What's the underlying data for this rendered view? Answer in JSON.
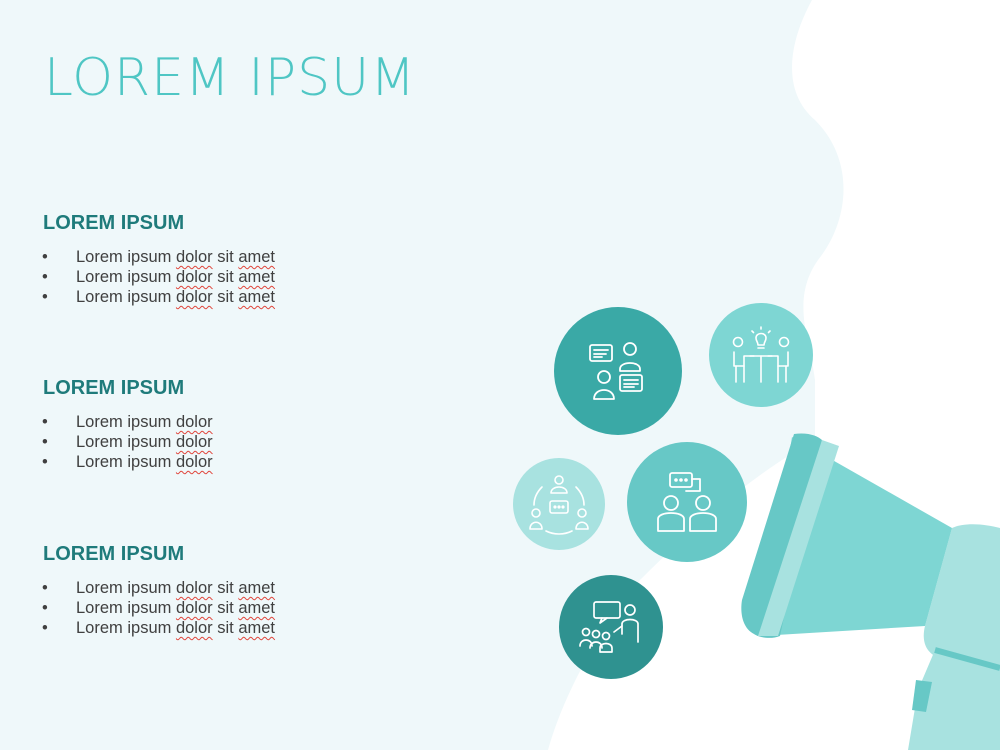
{
  "title": "LOREM IPSUM",
  "colors": {
    "title": "#4fc6c4",
    "heading": "#1f7b7b",
    "background_panel": "#eff8fa",
    "teal_dark": "#3aa9a6",
    "teal_mid": "#67c8c6",
    "teal_light": "#7ed6d3",
    "teal_pale": "#a8e2e0",
    "teal_deep": "#2f9290"
  },
  "sections": [
    {
      "heading": "LOREM IPSUM",
      "bullets": [
        {
          "a": "Lorem ipsum ",
          "b": "dolor",
          "c": " sit ",
          "d": "amet"
        },
        {
          "a": "Lorem ipsum ",
          "b": "dolor",
          "c": " sit ",
          "d": "amet"
        },
        {
          "a": "Lorem ipsum ",
          "b": "dolor",
          "c": " sit ",
          "d": "amet"
        }
      ]
    },
    {
      "heading": "LOREM IPSUM",
      "bullets": [
        {
          "a": "Lorem ipsum ",
          "b": "dolor"
        },
        {
          "a": "Lorem ipsum ",
          "b": "dolor"
        },
        {
          "a": "Lorem ipsum ",
          "b": "dolor"
        }
      ]
    },
    {
      "heading": "LOREM IPSUM",
      "bullets": [
        {
          "a": "Lorem ipsum ",
          "b": "dolor",
          "c": " sit ",
          "d": "amet"
        },
        {
          "a": "Lorem ipsum ",
          "b": "dolor",
          "c": " sit ",
          "d": "amet"
        },
        {
          "a": "Lorem ipsum ",
          "b": "dolor",
          "c": " sit ",
          "d": "amet"
        }
      ]
    }
  ],
  "icons": [
    "conversation-icon",
    "meeting-idea-icon",
    "network-group-icon",
    "discussion-icon",
    "presentation-icon",
    "megaphone-icon"
  ]
}
